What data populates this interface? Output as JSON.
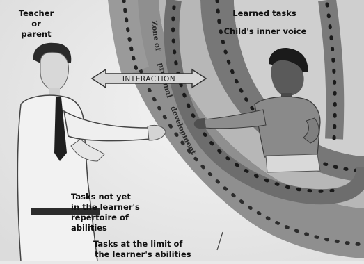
{
  "labels": {
    "teacher": "Teacher",
    "or": "or",
    "parent": "parent",
    "learned_tasks": "Learned tasks",
    "inner_voice": "Child's inner voice",
    "interaction": "INTERACTION",
    "zone_of": "Zone of",
    "proximal": "proximal",
    "development": "development",
    "not_yet_line1": "Tasks not yet",
    "not_yet_line2": "in the learner's",
    "not_yet_line3": "repertoire of",
    "not_yet_line4": "abilities",
    "limit_line1": "Tasks at the limit of",
    "limit_line2": "the learner's abilities"
  }
}
